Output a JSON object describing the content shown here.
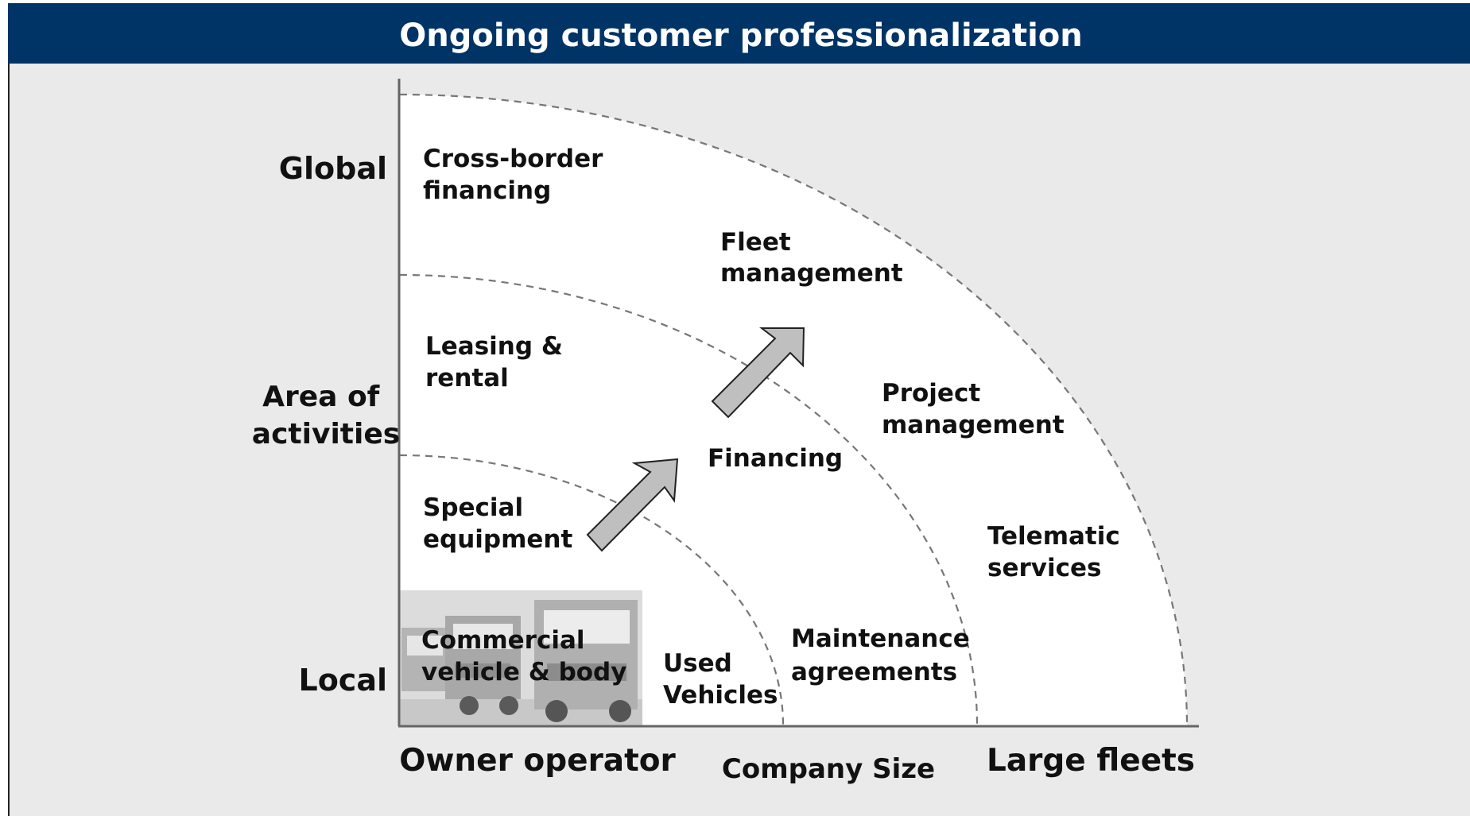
{
  "title": "Ongoing customer professionalization",
  "colors": {
    "title_bar": "#003366",
    "panel_background": "#eaeaea",
    "quadrant_fill": "#ffffff",
    "arc_stroke": "#777777",
    "arrow_fill": "#bfbfbf",
    "text": "#111111"
  },
  "y_axis": {
    "top_label": "Global",
    "middle_label": [
      "Area of",
      "activities"
    ],
    "bottom_label": "Local"
  },
  "x_axis": {
    "left_label": "Owner operator",
    "center_label": "Company Size",
    "right_label": "Large fleets"
  },
  "photo": {
    "subject": "trucks-photo"
  },
  "services": {
    "cross_border": [
      "Cross-border",
      "financing"
    ],
    "fleet_management": [
      "Fleet",
      "management"
    ],
    "leasing": [
      "Leasing &",
      "rental"
    ],
    "project_management": [
      "Project",
      "management"
    ],
    "financing": [
      "Financing"
    ],
    "special_equipment": [
      "Special",
      "equipment"
    ],
    "telematic": [
      "Telematic",
      "services"
    ],
    "commercial_vehicle": [
      "Commercial",
      "vehicle & body"
    ],
    "used_vehicles": [
      "Used",
      "Vehicles"
    ],
    "maintenance": [
      "Maintenance",
      "agreements"
    ]
  }
}
